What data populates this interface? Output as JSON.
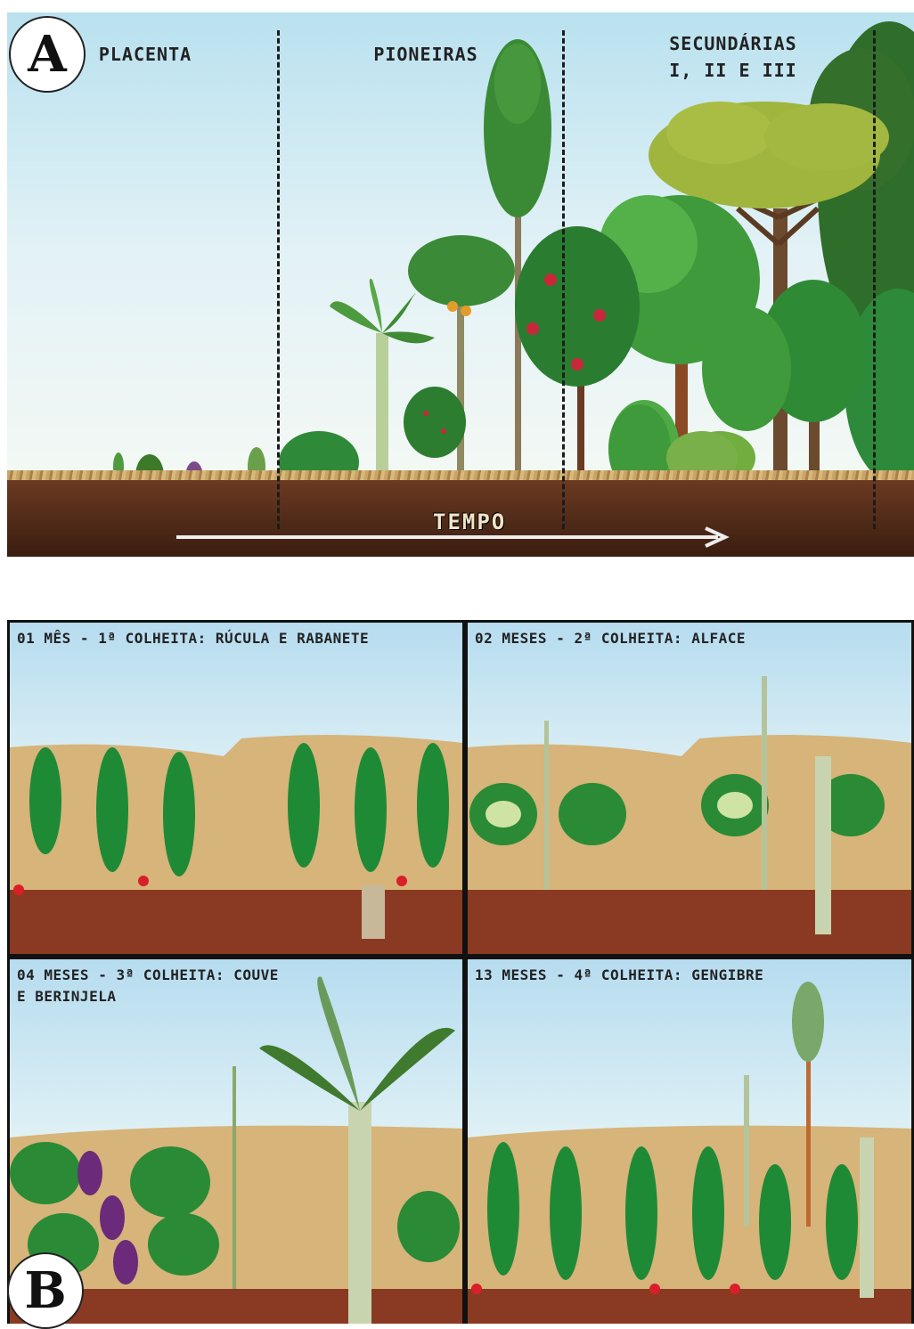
{
  "panel_a": {
    "letter": "A",
    "stages": [
      {
        "label": "PLACENTA"
      },
      {
        "label": "PIONEIRAS"
      },
      {
        "label": "SECUNDÁRIAS\nI, II E III"
      }
    ],
    "arrow_label": "TEMPO"
  },
  "panel_b": {
    "letter": "B",
    "quadrants": [
      {
        "label": "01 MÊS - 1ª COLHEITA: RÚCULA E RABANETE"
      },
      {
        "label": "02 MESES - 2ª COLHEITA: ALFACE"
      },
      {
        "label": "04 MESES - 3ª COLHEITA: COUVE\nE BERINJELA"
      },
      {
        "label": "13 MESES - 4ª COLHEITA: GENGIBRE"
      }
    ]
  },
  "colors": {
    "sky": "#b9e1ef",
    "soil": "#4a2414",
    "mulch": "#c9a468",
    "leaf_dark": "#1f7a2e",
    "leaf_light": "#4fb04a",
    "banana": "#4f8a3a",
    "eggplant": "#6b2a7a",
    "radish": "#d81f2a"
  }
}
